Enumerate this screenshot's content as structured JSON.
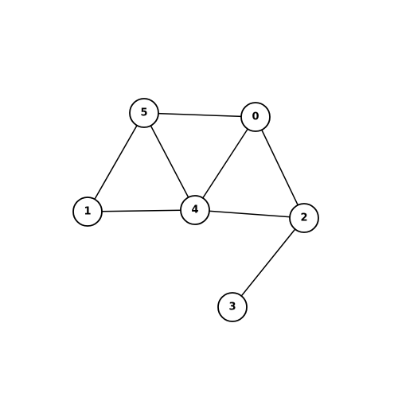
{
  "graph": {
    "nodes": [
      {
        "id": "n0",
        "label": "0"
      },
      {
        "id": "n1",
        "label": "1"
      },
      {
        "id": "n2",
        "label": "2"
      },
      {
        "id": "n3",
        "label": "3"
      },
      {
        "id": "n4",
        "label": "4"
      },
      {
        "id": "n5",
        "label": "5"
      }
    ],
    "edges": [
      {
        "from": "n5",
        "to": "n0"
      },
      {
        "from": "n5",
        "to": "n1"
      },
      {
        "from": "n5",
        "to": "n4"
      },
      {
        "from": "n0",
        "to": "n4"
      },
      {
        "from": "n0",
        "to": "n2"
      },
      {
        "from": "n1",
        "to": "n4"
      },
      {
        "from": "n4",
        "to": "n2"
      },
      {
        "from": "n2",
        "to": "n3"
      }
    ],
    "colors": {
      "node_fill": "#ffffff",
      "node_stroke": "#000000",
      "edge": "#000000",
      "label": "#000000"
    }
  }
}
